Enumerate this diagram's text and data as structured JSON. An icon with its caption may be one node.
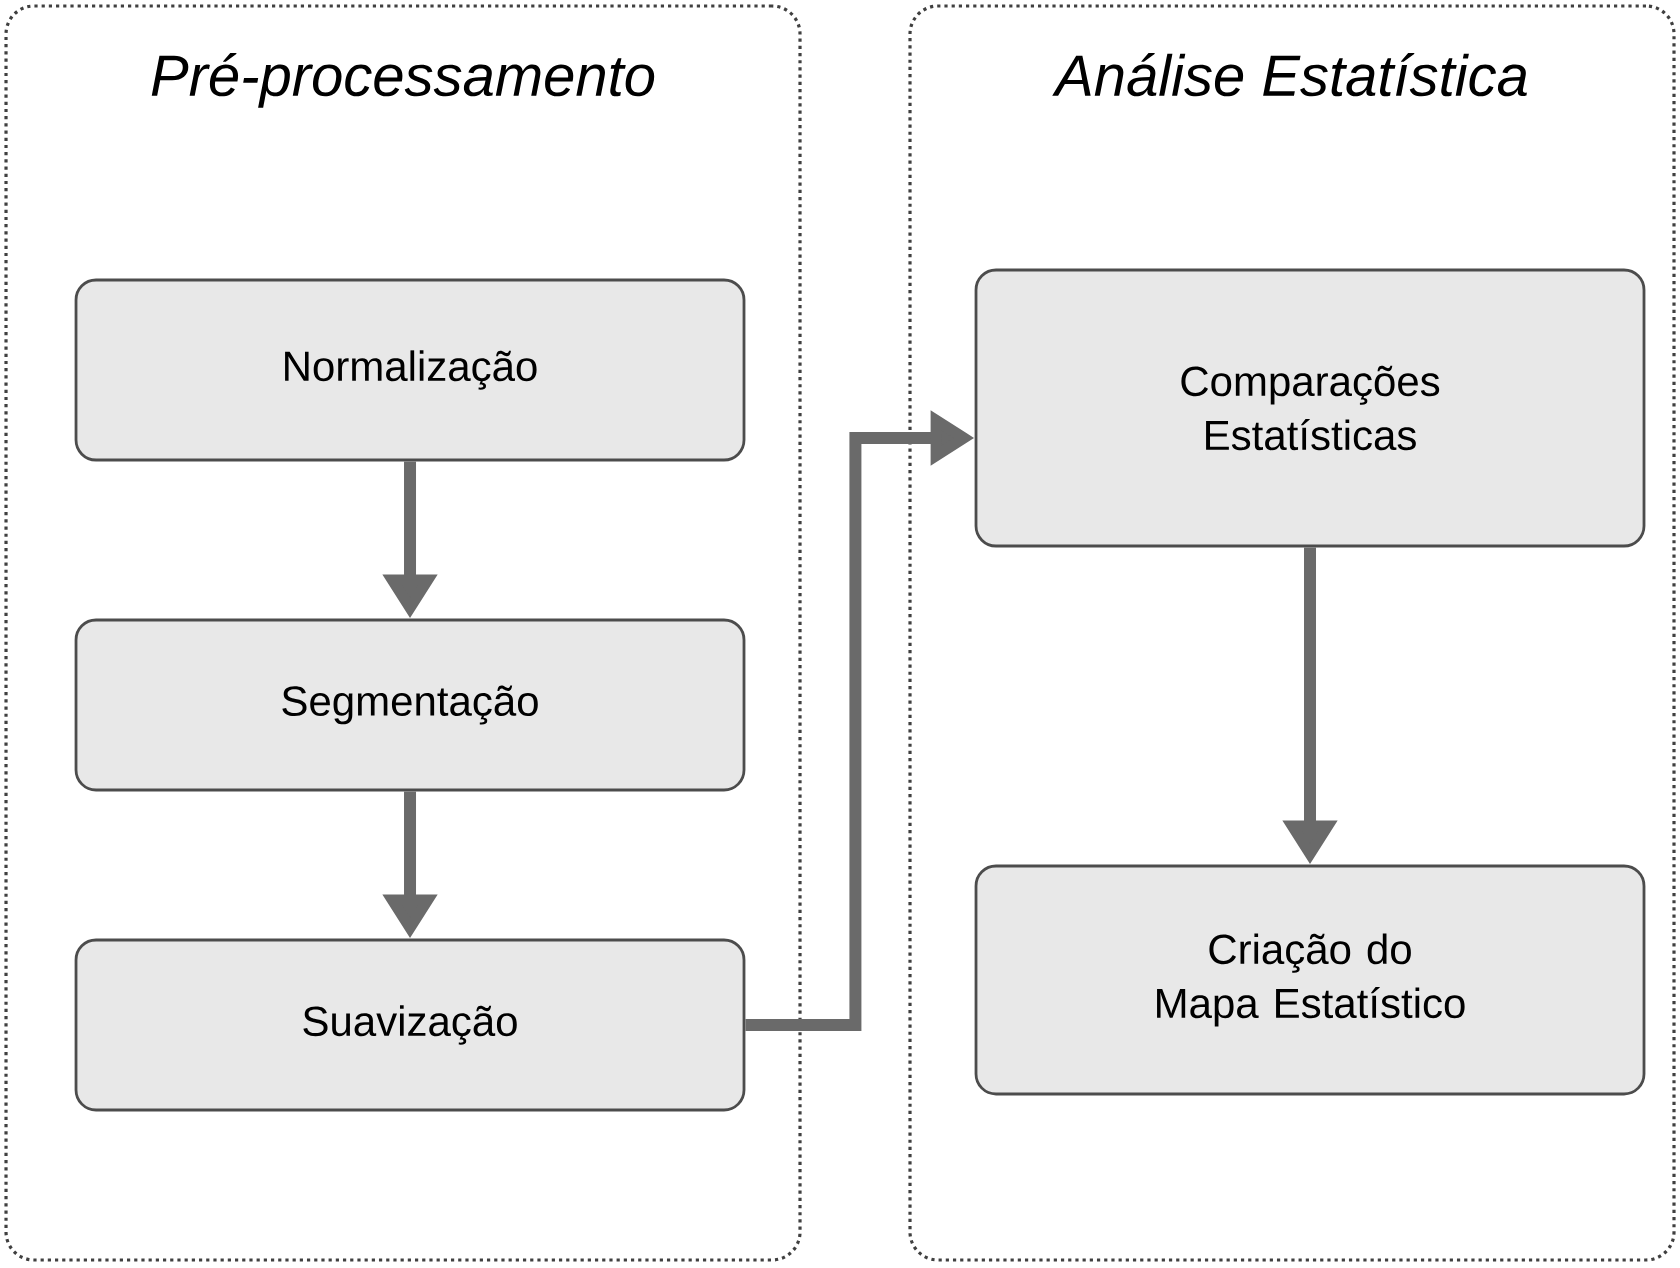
{
  "diagram": {
    "nodes": [
      {
        "text": [
          "Pré-processamento"
        ]
      },
      {
        "text": [
          "Normalização"
        ],
        "in": 0
      },
      {
        "text": [
          "Segmentação"
        ],
        "in": 0
      },
      {
        "text": [
          "Suavização"
        ],
        "in": 0
      },
      {
        "text": [
          "Análise Estatística"
        ]
      },
      {
        "text": [
          "Comparações Estatísticas"
        ],
        "in": 4
      },
      {
        "text": [
          "Criação do Mapa Estatístico"
        ],
        "in": 4
      }
    ],
    "edges": [
      {
        "from": 1,
        "to": 2,
        "arrow": "to"
      },
      {
        "from": 2,
        "to": 3,
        "arrow": "to"
      },
      {
        "from": 3,
        "to": 5,
        "arrow": "to"
      },
      {
        "from": 5,
        "to": 6,
        "arrow": "to"
      }
    ]
  }
}
